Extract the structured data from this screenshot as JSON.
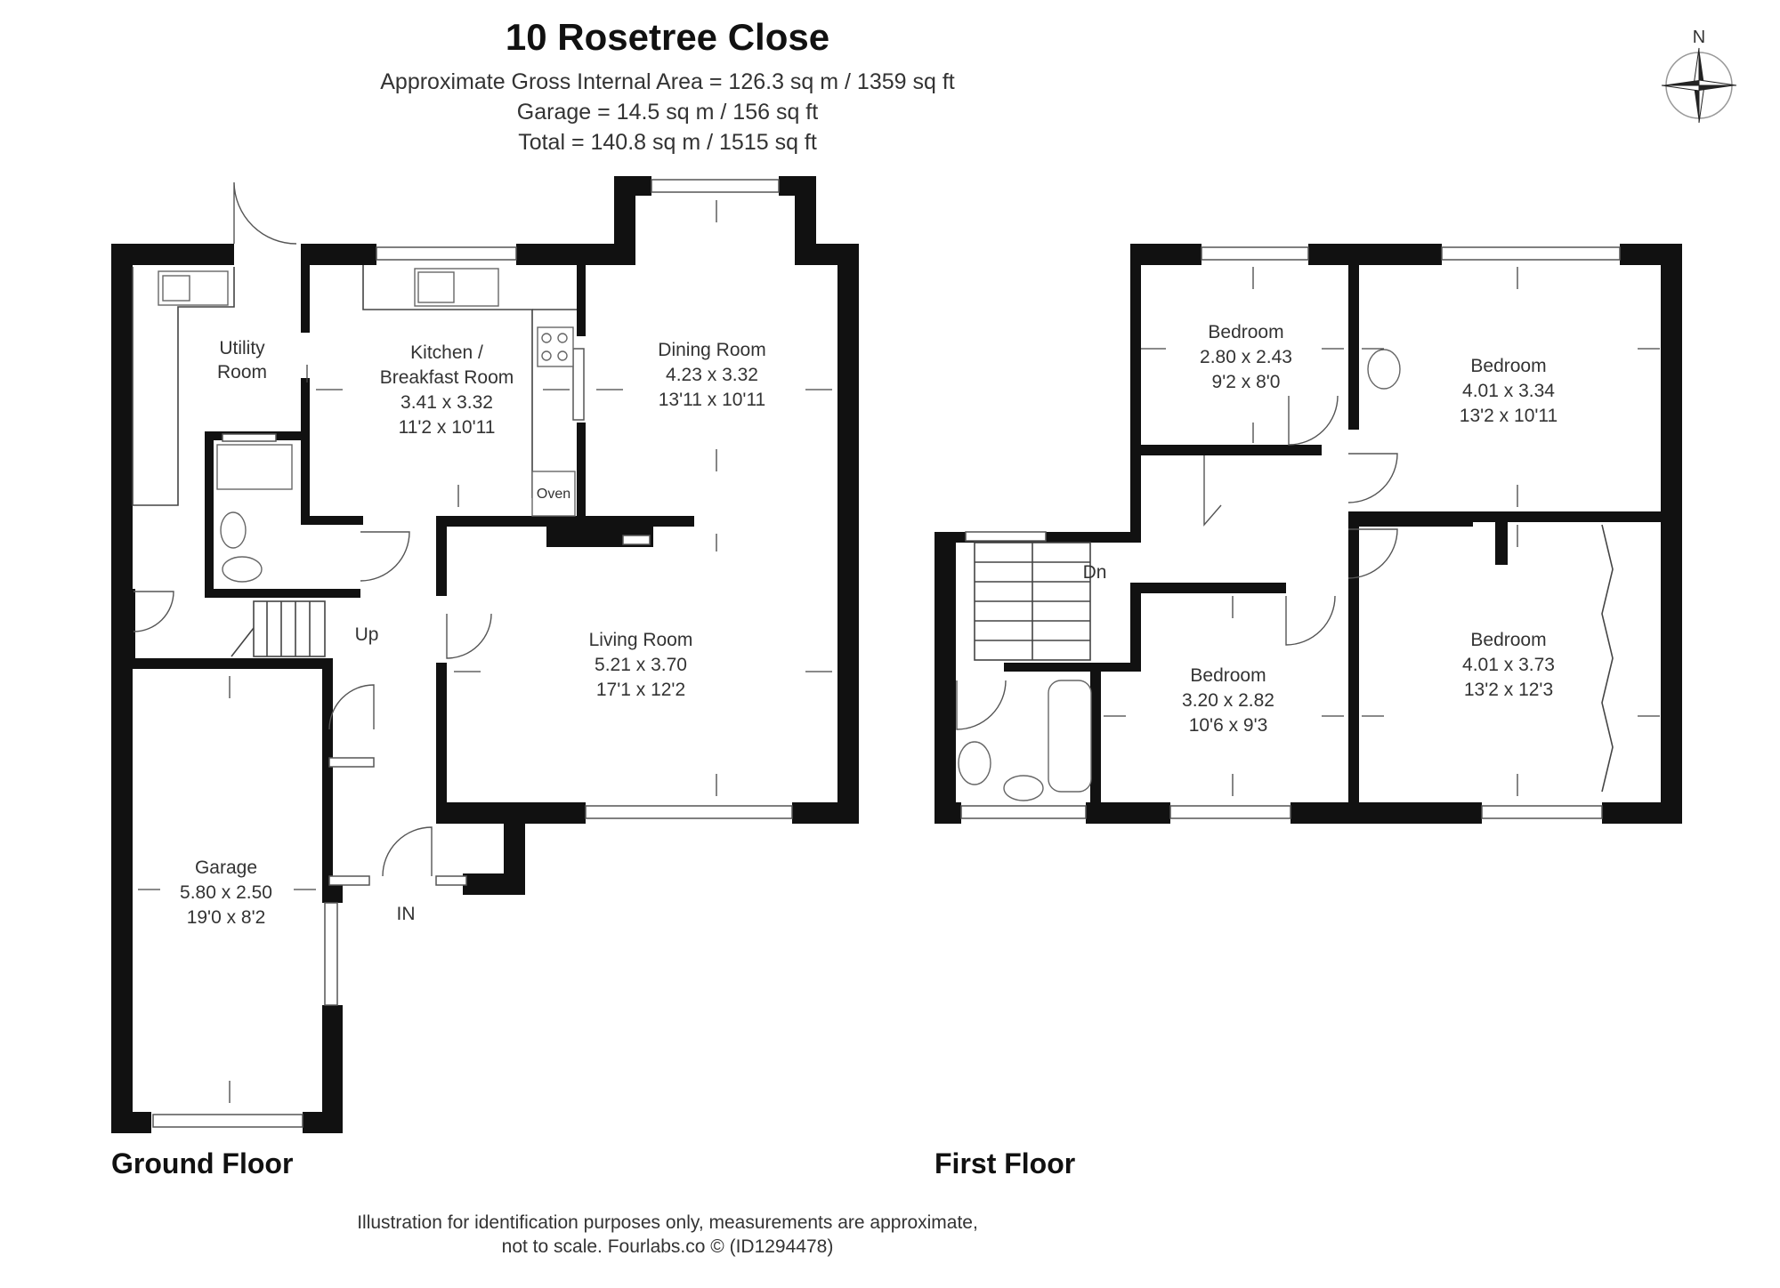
{
  "header": {
    "title": "10 Rosetree Close",
    "area_line": "Approximate Gross Internal Area = 126.3 sq m / 1359 sq ft",
    "garage_line": "Garage = 14.5 sq m / 156 sq ft",
    "total_line": "Total = 140.8 sq m / 1515 sq ft"
  },
  "compass": {
    "label": "N"
  },
  "ground_floor": {
    "label": "Ground Floor",
    "rooms": {
      "utility": {
        "name1": "Utility",
        "name2": "Room"
      },
      "kitchen": {
        "name1": "Kitchen /",
        "name2": "Breakfast Room",
        "metric": "3.41 x 3.32",
        "imperial": "11'2 x 10'11"
      },
      "dining": {
        "name": "Dining Room",
        "metric": "4.23 x 3.32",
        "imperial": "13'11 x 10'11"
      },
      "living": {
        "name": "Living Room",
        "metric": "5.21 x 3.70",
        "imperial": "17'1 x 12'2"
      },
      "garage": {
        "name": "Garage",
        "metric": "5.80 x 2.50",
        "imperial": "19'0 x 8'2"
      }
    },
    "oven_label": "Oven",
    "stairs_label": "Up",
    "entrance_label": "IN"
  },
  "first_floor": {
    "label": "First Floor",
    "rooms": {
      "bedroom_small": {
        "name": "Bedroom",
        "metric": "2.80 x 2.43",
        "imperial": "9'2 x 8'0"
      },
      "bedroom_top_right": {
        "name": "Bedroom",
        "metric": "4.01 x 3.34",
        "imperial": "13'2 x 10'11"
      },
      "bedroom_middle": {
        "name": "Bedroom",
        "metric": "3.20 x 2.82",
        "imperial": "10'6 x 9'3"
      },
      "bedroom_bottom_right": {
        "name": "Bedroom",
        "metric": "4.01 x 3.73",
        "imperial": "13'2 x 12'3"
      }
    },
    "stairs_label": "Dn"
  },
  "footer": {
    "line1": "Illustration for identification purposes only, measurements are approximate,",
    "line2": "not to scale. Fourlabs.co © (ID1294478)"
  }
}
